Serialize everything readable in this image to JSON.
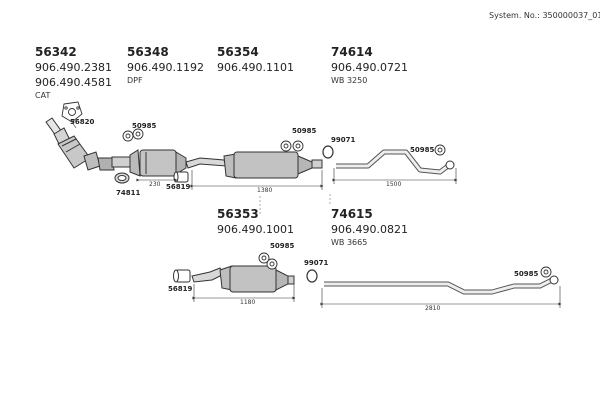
{
  "header": {
    "system_no": "System. No.: 350000037_01"
  },
  "groups": {
    "g56342": {
      "part": "56342",
      "refs": [
        "906.490.2381",
        "906.490.4581"
      ],
      "note": "CAT"
    },
    "g56348": {
      "part": "56348",
      "refs": [
        "906.490.1192"
      ],
      "note": "DPF"
    },
    "g56354": {
      "part": "56354",
      "refs": [
        "906.490.1101"
      ]
    },
    "g74614": {
      "part": "74614",
      "refs": [
        "906.490.0721"
      ],
      "note": "WB 3250"
    },
    "g56353": {
      "part": "56353",
      "refs": [
        "906.490.1001"
      ]
    },
    "g74615": {
      "part": "74615",
      "refs": [
        "906.490.0821"
      ],
      "note": "WB 3665"
    }
  },
  "callouts": {
    "c56820": "56820",
    "c50985_a": "50985",
    "c50985_b": "50985",
    "c99071_a": "99071",
    "c50985_c": "50985",
    "c74811": "74811",
    "c56819_a": "56819",
    "c50985_d": "50985",
    "c99071_b": "99071",
    "c50985_e": "50985",
    "c56819_b": "56819"
  },
  "dimensions": {
    "d230": "230",
    "d1380": "1380",
    "d1500": "1500",
    "d1180": "1180",
    "d2810": "2810"
  }
}
